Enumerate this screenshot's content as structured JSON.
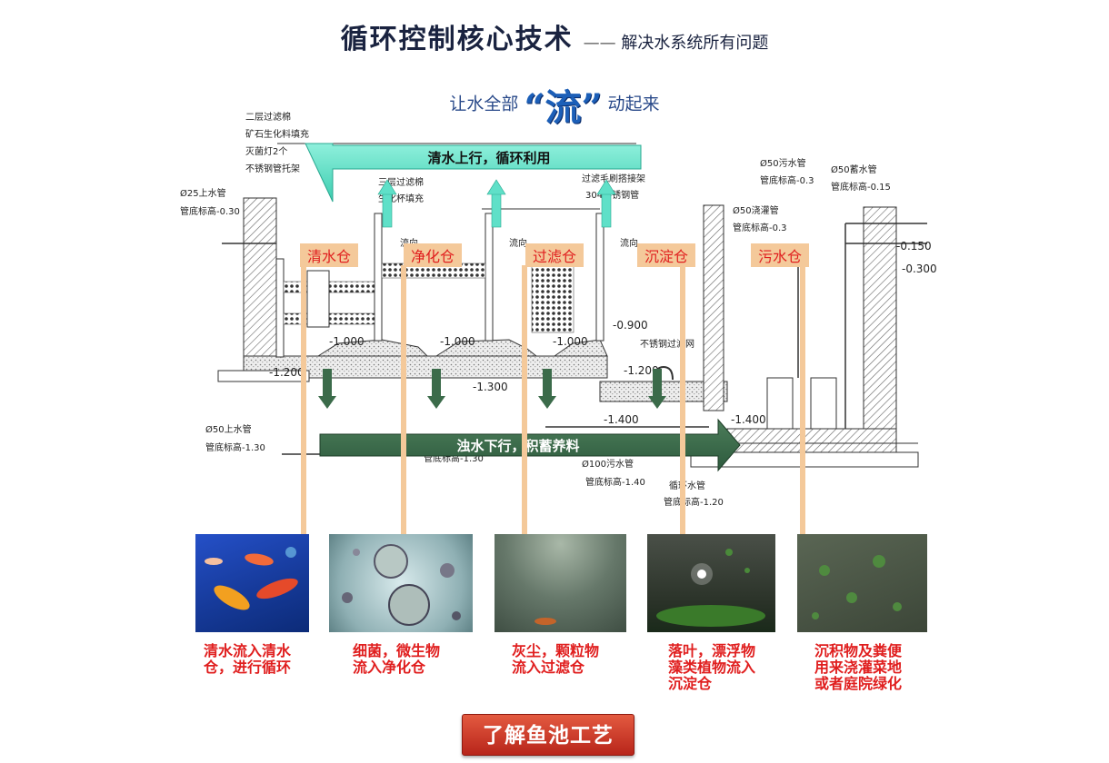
{
  "header": {
    "title": "循环控制核心技术",
    "subtitle_dash": "——",
    "subtitle": "解决水系统所有问题"
  },
  "slogan": {
    "prefix": "让水全部",
    "highlight": "“流”",
    "suffix": "动起来"
  },
  "arrows": {
    "top": "清水上行，循环利用",
    "bottom": "浊水下行，积蓄养料"
  },
  "chambers": [
    {
      "label": "清水仓",
      "caption": [
        "清水流入清水",
        "仓，进行循环"
      ]
    },
    {
      "label": "净化仓",
      "caption": [
        "细菌，微生物",
        "流入净化仓"
      ]
    },
    {
      "label": "过滤仓",
      "caption": [
        "灰尘，颗粒物",
        "流入过滤仓"
      ]
    },
    {
      "label": "沉淀仓",
      "caption": [
        "落叶，漂浮物",
        "藻类植物流入",
        "沉淀仓"
      ]
    },
    {
      "label": "污水仓",
      "caption": [
        "沉积物及粪便",
        "用来浇灌菜地",
        "或者庭院绿化"
      ]
    }
  ],
  "drawing_labels": {
    "l1": "二层过滤棉",
    "l2": "矿石生化料填充",
    "l3": "灭菌灯2个",
    "l4": "不锈钢管托架",
    "l5": "Ø25上水管",
    "l6": "管底标高-0.30",
    "l7": "Ø50上水管",
    "l8": "管底标高-1.30",
    "l9": "三层过滤棉",
    "l10": "生化杯填充",
    "l11": "过滤毛刷搭接架",
    "l12": "304不锈钢管",
    "l13": "流向",
    "l14": "-1.000",
    "l15": "-1.200",
    "l16": "-1.300",
    "l17": "-1.400",
    "l18": "-0.900",
    "l19": "不锈钢过滤网",
    "l20": "Ø100污水管",
    "l21": "管底标高-1.40",
    "l22": "循环水管",
    "l23": "管底标高-1.20",
    "l24": "Ø50污水管",
    "l25": "管底标高-0.3",
    "l26": "Ø50浇灌管",
    "l27": "Ø50蓄水管",
    "l28": "管底标高-0.15",
    "l29": "-0.150",
    "l30": "-0.300",
    "l31": "管底标高-1.30"
  },
  "cta": {
    "label": "了解鱼池工艺"
  },
  "colors": {
    "top_arrow": "#5fe0c8",
    "bottom_arrow": "#3b6b4a",
    "label_bg": "#f4c99a",
    "label_text": "#e01e1e",
    "caption_text": "#e01e1e",
    "button": "#c8341f"
  }
}
